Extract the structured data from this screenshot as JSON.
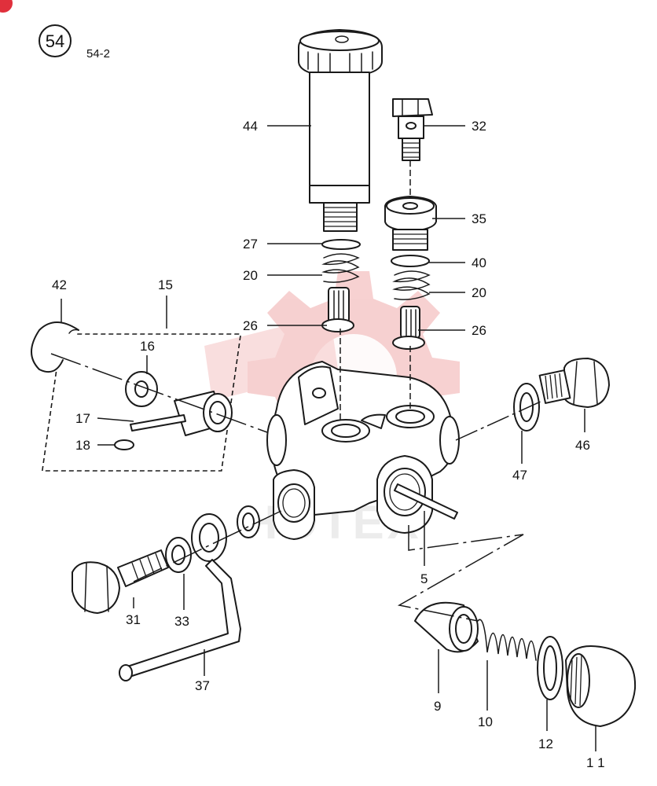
{
  "page_number": "54",
  "sub_number": "54-2",
  "colors": {
    "watermark": "#f4c6c6",
    "corner_badge": "#e0303c",
    "ink": "#1a1a1a"
  },
  "callouts": {
    "c44": "44",
    "c32": "32",
    "c35": "35",
    "c27": "27",
    "c40": "40",
    "c20a": "20",
    "c20b": "20",
    "c26a": "26",
    "c26b": "26",
    "c42": "42",
    "c15": "15",
    "c16": "16",
    "c17": "17",
    "c18": "18",
    "c46": "46",
    "c47": "47",
    "c5": "5",
    "c31": "31",
    "c33": "33",
    "c37": "37",
    "c9": "9",
    "c10": "10",
    "c12": "12",
    "c11": "1 1"
  }
}
